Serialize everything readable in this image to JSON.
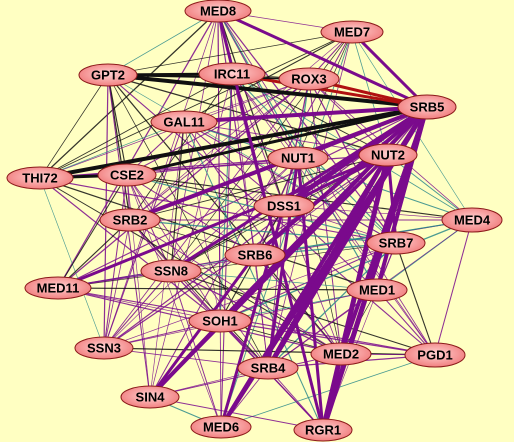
{
  "network": {
    "colors": {
      "background": "#ffffc2",
      "node_fill_center": "#ffd2d2",
      "node_fill_edge": "#f07878",
      "node_stroke": "#8b1a1a",
      "edge_purple": "#7a0a8c",
      "edge_black": "#101010",
      "edge_teal": "#2b8a8a",
      "edge_red": "#b01010"
    },
    "nodes": [
      {
        "id": "MED8",
        "label": "MED8"
      },
      {
        "id": "MED7",
        "label": "MED7"
      },
      {
        "id": "GPT2",
        "label": "GPT2"
      },
      {
        "id": "IRC11",
        "label": "IRC11"
      },
      {
        "id": "ROX3",
        "label": "ROX3"
      },
      {
        "id": "SRB5",
        "label": "SRB5"
      },
      {
        "id": "GAL11",
        "label": "GAL11"
      },
      {
        "id": "NUT1",
        "label": "NUT1"
      },
      {
        "id": "NUT2",
        "label": "NUT2"
      },
      {
        "id": "THI72",
        "label": "THI72"
      },
      {
        "id": "CSE2",
        "label": "CSE2"
      },
      {
        "id": "DSS1",
        "label": "DSS1"
      },
      {
        "id": "MED4",
        "label": "MED4"
      },
      {
        "id": "SRB2",
        "label": "SRB2"
      },
      {
        "id": "SRB7",
        "label": "SRB7"
      },
      {
        "id": "SRB6",
        "label": "SRB6"
      },
      {
        "id": "SSN8",
        "label": "SSN8"
      },
      {
        "id": "MED11",
        "label": "MED11"
      },
      {
        "id": "MED1",
        "label": "MED1"
      },
      {
        "id": "SOH1",
        "label": "SOH1"
      },
      {
        "id": "SSN3",
        "label": "SSN3"
      },
      {
        "id": "MED2",
        "label": "MED2"
      },
      {
        "id": "PGD1",
        "label": "PGD1"
      },
      {
        "id": "SRB4",
        "label": "SRB4"
      },
      {
        "id": "SIN4",
        "label": "SIN4"
      },
      {
        "id": "MED6",
        "label": "MED6"
      },
      {
        "id": "RGR1",
        "label": "RGR1"
      }
    ],
    "thick_edges": [
      [
        "SRB5",
        "GPT2",
        "black",
        4
      ],
      [
        "SRB5",
        "THI72",
        "black",
        4
      ],
      [
        "SRB5",
        "CSE2",
        "black",
        3
      ],
      [
        "SRB5",
        "IRC11",
        "red",
        3
      ],
      [
        "SRB5",
        "ROX3",
        "red",
        3
      ],
      [
        "SRB5",
        "GAL11",
        "purple",
        4
      ],
      [
        "SRB5",
        "NUT1",
        "purple",
        3
      ],
      [
        "SRB5",
        "DSS1",
        "purple",
        5
      ],
      [
        "SRB5",
        "SRB6",
        "purple",
        4
      ],
      [
        "SRB5",
        "SRB4",
        "purple",
        5
      ],
      [
        "SRB5",
        "SIN4",
        "purple",
        4
      ],
      [
        "SRB5",
        "RGR1",
        "purple",
        5
      ],
      [
        "SRB5",
        "MED2",
        "purple",
        4
      ],
      [
        "SRB5",
        "MED1",
        "purple",
        4
      ],
      [
        "SRB5",
        "MED6",
        "purple",
        4
      ],
      [
        "SRB5",
        "SRB2",
        "purple",
        4
      ],
      [
        "SRB5",
        "SSN8",
        "purple",
        3
      ],
      [
        "SRB5",
        "MED8",
        "purple",
        3
      ],
      [
        "SRB5",
        "MED7",
        "purple",
        3
      ],
      [
        "SRB5",
        "SOH1",
        "purple",
        3
      ],
      [
        "NUT2",
        "RGR1",
        "purple",
        5
      ],
      [
        "NUT2",
        "SRB4",
        "purple",
        4
      ],
      [
        "NUT2",
        "MED6",
        "purple",
        4
      ],
      [
        "NUT2",
        "SIN4",
        "purple",
        3
      ],
      [
        "NUT2",
        "MED2",
        "purple",
        3
      ],
      [
        "NUT2",
        "SRB7",
        "purple",
        3
      ],
      [
        "NUT2",
        "SOH1",
        "purple",
        3
      ],
      [
        "NUT2",
        "DSS1",
        "purple",
        3
      ],
      [
        "NUT2",
        "MED11",
        "purple",
        3
      ],
      [
        "NUT1",
        "SRB4",
        "purple",
        3
      ],
      [
        "NUT1",
        "RGR1",
        "purple",
        3
      ],
      [
        "DSS1",
        "MED6",
        "purple",
        3
      ],
      [
        "SRB6",
        "SIN4",
        "purple",
        3
      ],
      [
        "GPT2",
        "IRC11",
        "black",
        3
      ],
      [
        "THI72",
        "CSE2",
        "black",
        3
      ],
      [
        "GPT2",
        "ROX3",
        "black",
        2
      ],
      [
        "MED8",
        "RGR1",
        "purple",
        3
      ]
    ]
  }
}
